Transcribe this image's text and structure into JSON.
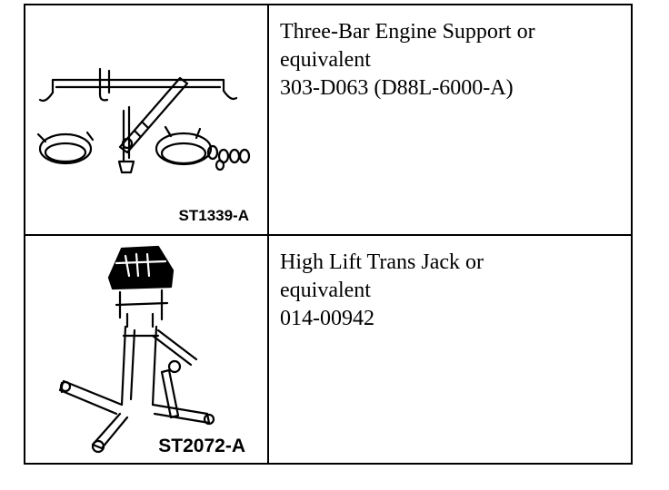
{
  "tools": [
    {
      "illustration": "three-bar-engine-support",
      "ref_code": "ST1339-A",
      "name_line1": "Three-Bar Engine Support or",
      "name_line2": "equivalent",
      "part_number": "303-D063 (D88L-6000-A)"
    },
    {
      "illustration": "high-lift-trans-jack",
      "ref_code": "ST2072-A",
      "name_line1": "High Lift Trans Jack or",
      "name_line2": "equivalent",
      "part_number": "014-00942"
    }
  ]
}
